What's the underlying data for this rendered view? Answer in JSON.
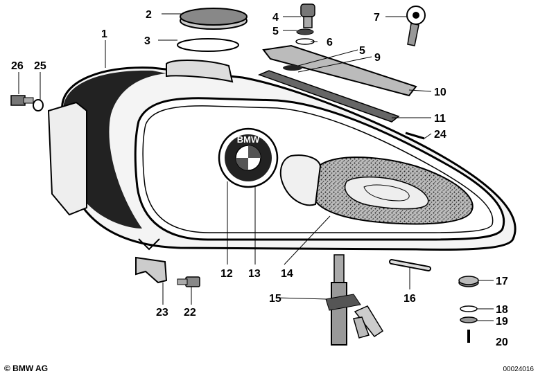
{
  "callouts": {
    "c1": "1",
    "c2": "2",
    "c3": "3",
    "c4": "4",
    "c5a": "5",
    "c5b": "5",
    "c6": "6",
    "c7": "7",
    "c9": "9",
    "c10": "10",
    "c11": "11",
    "c12": "12",
    "c13": "13",
    "c14": "14",
    "c15": "15",
    "c16": "16",
    "c17": "17",
    "c18": "18",
    "c19": "19",
    "c20": "20",
    "c22": "22",
    "c23": "23",
    "c24": "24",
    "c25": "25",
    "c26": "26"
  },
  "badge": {
    "text": "BMW"
  },
  "footer": {
    "copyright": "© BMW AG",
    "code": "00024016"
  }
}
